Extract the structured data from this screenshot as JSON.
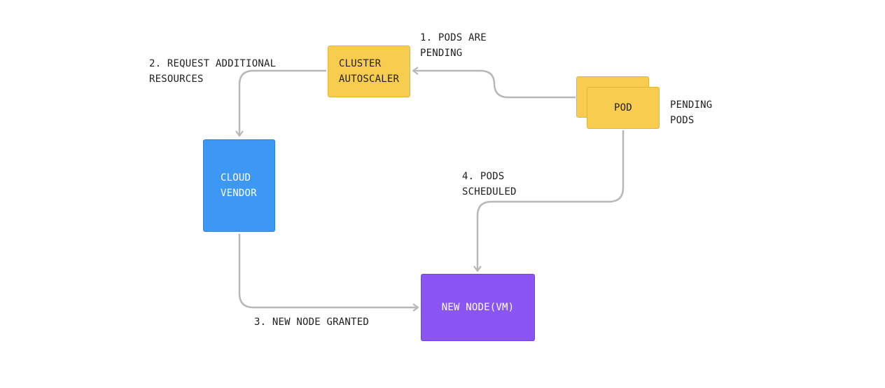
{
  "nodes": {
    "autoscaler": "CLUSTER\nAUTOSCALER",
    "pod": "POD",
    "cloud": "CLOUD\nVENDOR",
    "new_node": "NEW NODE(VM)"
  },
  "labels": {
    "pending_pods": "PENDING\nPODS",
    "step1": "1. PODS ARE\n   PENDING",
    "step2": "2. REQUEST ADDITIONAL\n   RESOURCES",
    "step3": "3. NEW NODE GRANTED",
    "step4": "4. PODS\n   SCHEDULED"
  },
  "colors": {
    "pod_yellow": "#f7cc4f",
    "cloud_blue": "#3d98f3",
    "node_purple": "#8b55f6",
    "arrow_gray": "#b8b8b8"
  }
}
